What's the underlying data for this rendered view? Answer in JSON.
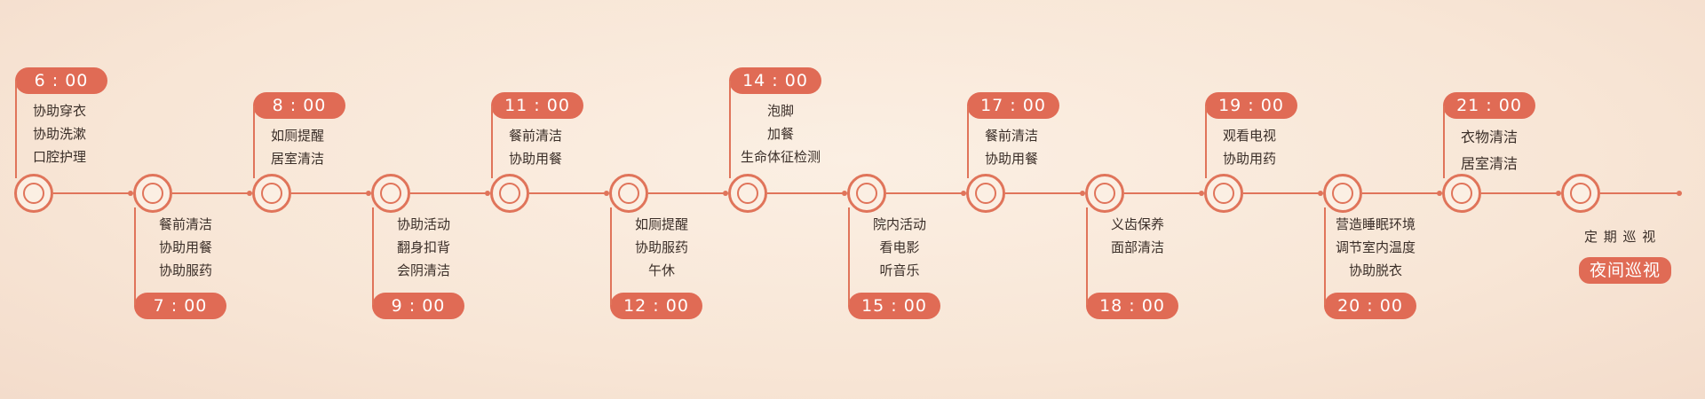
{
  "colors": {
    "accent": "#e06b55",
    "background": "#fbefe3",
    "text": "#3a2e28"
  },
  "schedule": [
    {
      "time": "6 : 00",
      "tasks": [
        "协助穿衣",
        "协助洗漱",
        "口腔护理"
      ]
    },
    {
      "time": "7 : 00",
      "tasks": [
        "餐前清洁",
        "协助用餐",
        "协助服药"
      ]
    },
    {
      "time": "8 : 00",
      "tasks": [
        "如厕提醒",
        "居室清洁"
      ]
    },
    {
      "time": "9 : 00",
      "tasks": [
        "协助活动",
        "翻身扣背",
        "会阴清洁"
      ]
    },
    {
      "time": "11 : 00",
      "tasks": [
        "餐前清洁",
        "协助用餐"
      ]
    },
    {
      "time": "12 : 00",
      "tasks": [
        "如厕提醒",
        "协助服药",
        "午休"
      ]
    },
    {
      "time": "14 : 00",
      "tasks": [
        "泡脚",
        "加餐",
        "生命体征检测"
      ]
    },
    {
      "time": "15 : 00",
      "tasks": [
        "院内活动",
        "看电影",
        "听音乐"
      ]
    },
    {
      "time": "17 : 00",
      "tasks": [
        "餐前清洁",
        "协助用餐"
      ]
    },
    {
      "time": "18 : 00",
      "tasks": [
        "义齿保养",
        "面部清洁"
      ]
    },
    {
      "time": "19 : 00",
      "tasks": [
        "观看电视",
        "协助用药"
      ]
    },
    {
      "time": "20 : 00",
      "tasks": [
        "营造睡眠环境",
        "调节室内温度",
        "协助脱衣"
      ]
    },
    {
      "time": "21 : 00",
      "tasks": [
        "衣物清洁",
        "居室清洁"
      ]
    },
    {
      "time": "夜间巡视",
      "tasks": [
        "定 期 巡 视"
      ]
    }
  ]
}
